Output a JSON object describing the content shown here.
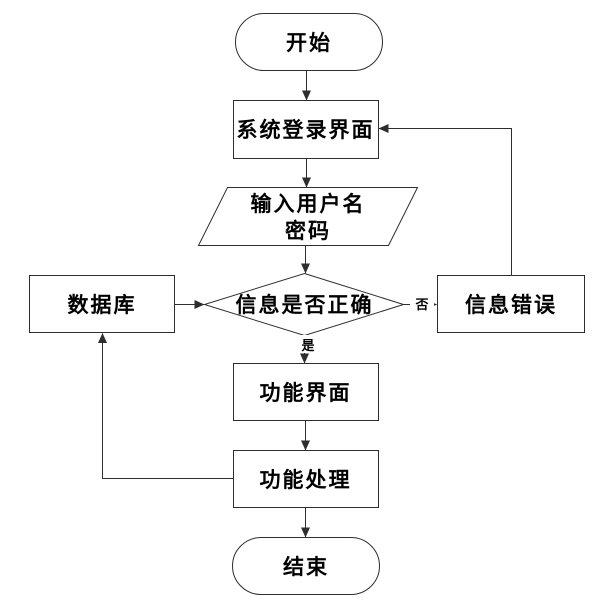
{
  "diagram": {
    "type": "flowchart",
    "background": "#ffffff",
    "line_color": "#2e2e2e",
    "text_color": "#000000",
    "nodes": [
      {
        "id": "start",
        "shape": "terminator",
        "label": "开始"
      },
      {
        "id": "login-screen",
        "shape": "process",
        "label": "系统登录界面"
      },
      {
        "id": "input-credentials",
        "shape": "io-parallelogram",
        "label_line1": "输入用户名",
        "label_line2": "密码"
      },
      {
        "id": "check-info",
        "shape": "decision",
        "label": "信息是否正确"
      },
      {
        "id": "database",
        "shape": "process",
        "label": "数据库"
      },
      {
        "id": "info-error",
        "shape": "process",
        "label": "信息错误"
      },
      {
        "id": "function-screen",
        "shape": "process",
        "label": "功能界面"
      },
      {
        "id": "function-processing",
        "shape": "process",
        "label": "功能处理"
      },
      {
        "id": "end",
        "shape": "terminator",
        "label": "结束"
      }
    ],
    "branch_labels": {
      "no": "否",
      "yes": "是"
    }
  }
}
